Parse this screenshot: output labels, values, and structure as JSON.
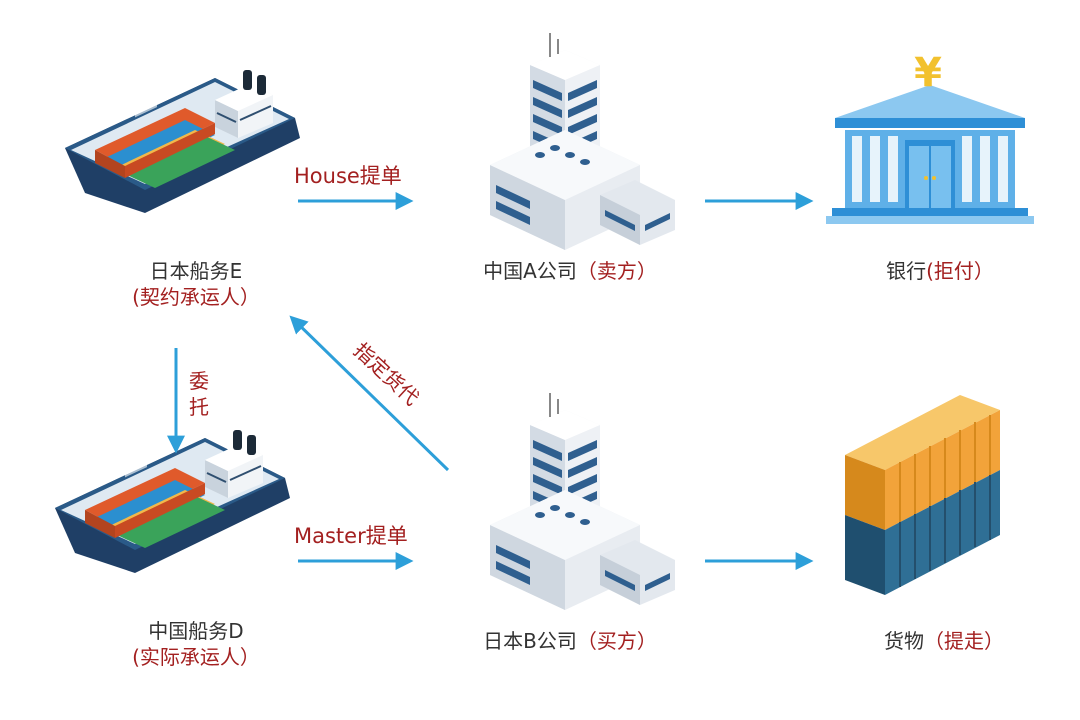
{
  "nodes": {
    "ship_e": {
      "name": "日本船务E",
      "role": "(契约承运人）"
    },
    "company_a": {
      "name": "中国A公司",
      "role": "（卖方）"
    },
    "bank": {
      "name": "银行",
      "role": "(拒付）"
    },
    "ship_d": {
      "name": "中国船务D",
      "role": "(实际承运人）"
    },
    "company_b": {
      "name": "日本B公司",
      "role": "（买方）"
    },
    "goods": {
      "name": "货物",
      "role": "（提走）"
    }
  },
  "edges": {
    "house_bl": "House提单",
    "master_bl": "Master提单",
    "entrust_1": "委",
    "entrust_2": "托",
    "designate": "指定货代"
  },
  "icons": {
    "currency_symbol": "¥"
  },
  "colors": {
    "label_text": "#333333",
    "role_text": "#a32020",
    "arrow": "#2d9fd9",
    "ship_hull": "#1f3f66",
    "bank_blue": "#2e8fd6",
    "building_blue": "#2f5f8f",
    "container_top": "#f2a33a",
    "container_bottom": "#2f6f95"
  }
}
